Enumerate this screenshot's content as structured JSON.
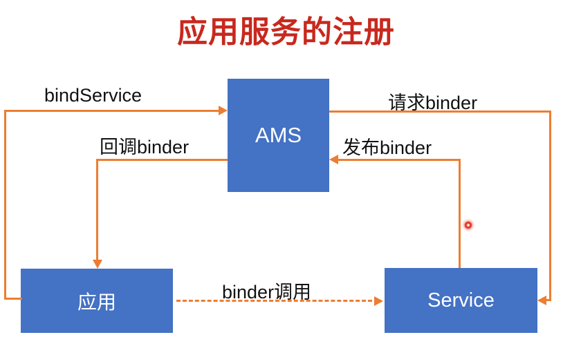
{
  "title": "应用服务的注册",
  "colors": {
    "node_fill": "#4472C4",
    "node_text": "#FFFFFF",
    "arrow": "#ED7D31",
    "title_red": "#C8281E",
    "label_text": "#111111",
    "laser_dot": "#E23B2E"
  },
  "nodes": {
    "ams": {
      "label": "AMS"
    },
    "app": {
      "label": "应用"
    },
    "service": {
      "label": "Service"
    }
  },
  "edges": {
    "bind_service": {
      "label": "bindService",
      "from": "app",
      "to": "ams",
      "style": "solid"
    },
    "request_binder": {
      "label": "请求binder",
      "from": "ams",
      "to": "service",
      "style": "solid"
    },
    "callback_binder": {
      "label": "回调binder",
      "from": "ams",
      "to": "app",
      "style": "solid"
    },
    "publish_binder": {
      "label": "发布binder",
      "from": "service",
      "to": "ams",
      "style": "solid"
    },
    "binder_call": {
      "label": "binder调用",
      "from": "app",
      "to": "service",
      "style": "dashed"
    }
  },
  "annotations": {
    "laser_dot_present": true
  }
}
